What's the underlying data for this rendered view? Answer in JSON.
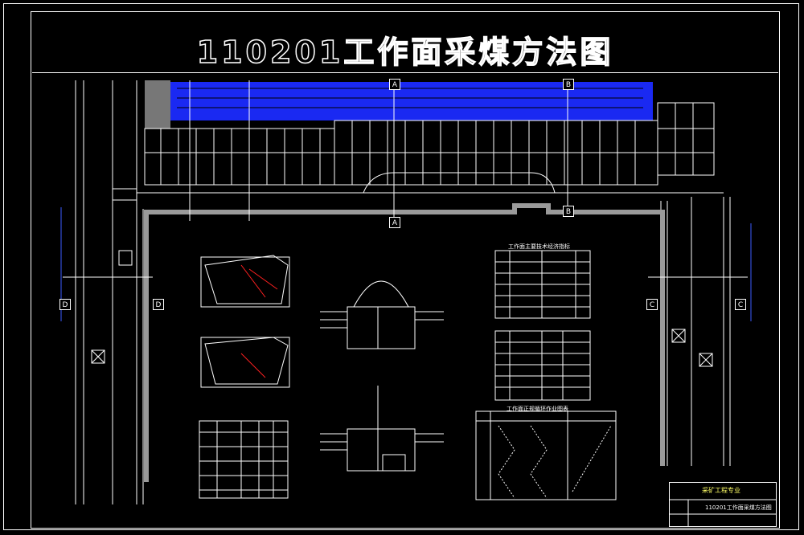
{
  "drawing": {
    "title": "110201工作面采煤方法图",
    "section_tags": {
      "a": "A",
      "b": "B",
      "c": "C",
      "d": "D"
    },
    "table_titles": {
      "table_1": "工作面主要技术经济指标",
      "table_2": "工作面正规循环作业图表"
    },
    "title_block": {
      "org": "采矿工程专业",
      "drawing_name": "110201工作面采煤方法图"
    }
  },
  "colors": {
    "line": "#ffffff",
    "goaf": "#1b2bff",
    "accent": "#ff2020",
    "highlight": "#ffff66"
  }
}
